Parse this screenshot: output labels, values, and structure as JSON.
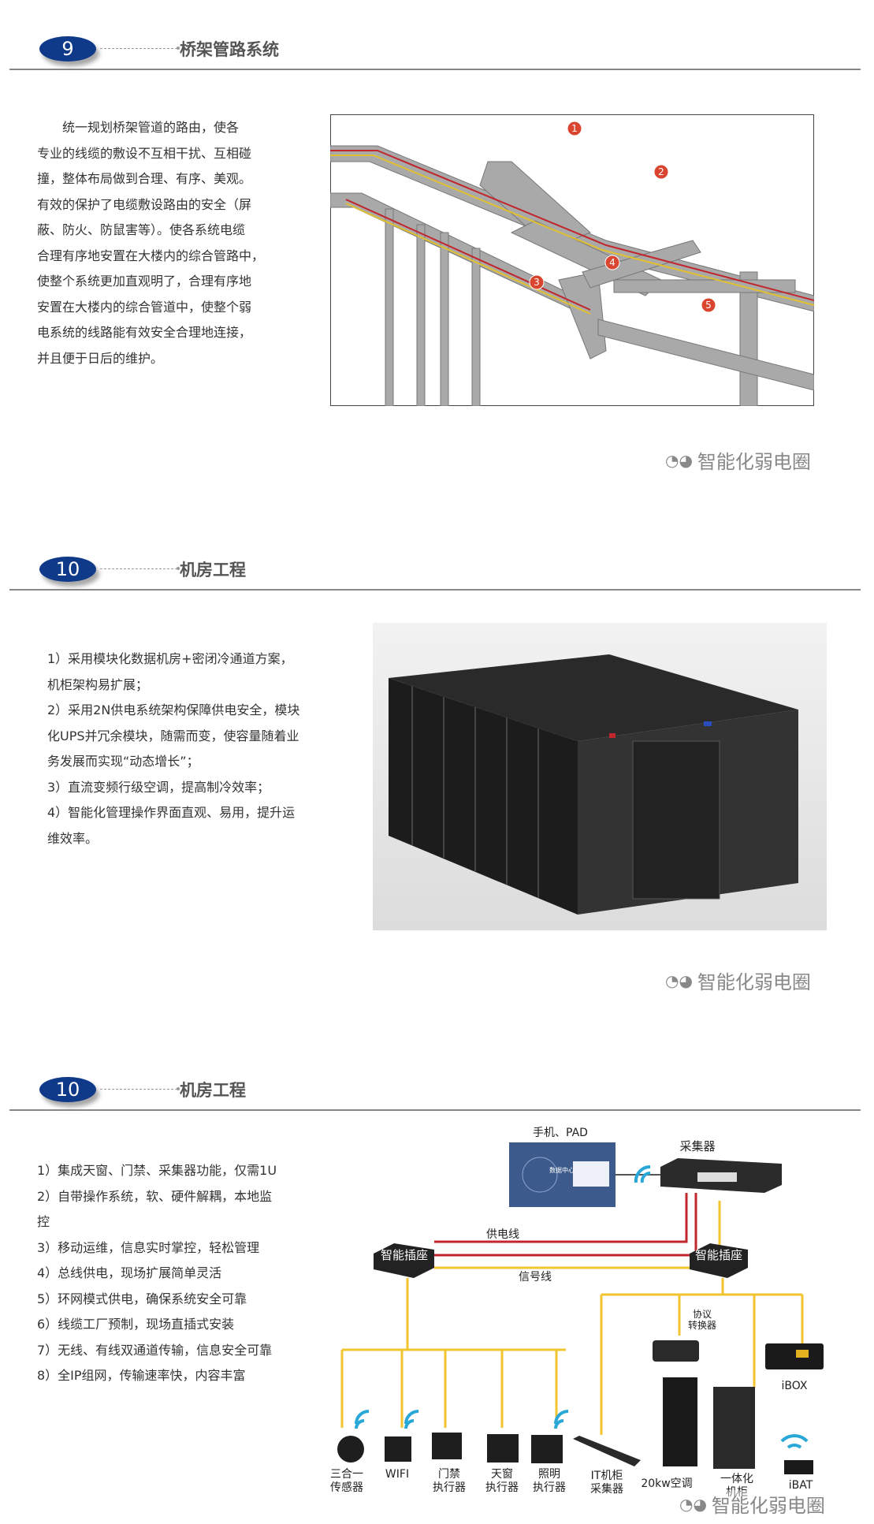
{
  "sections": [
    {
      "number": "9",
      "title": "桥架管路系统",
      "paragraphs": [
        "统一规划桥架管道的路由，使各",
        "专业的线缆的敷设不互相干扰、互相碰",
        "撞，整体布局做到合理、有序、美观。",
        "有效的保护了电缆敷设路由的安全（屏",
        "蔽、防火、防鼠害等）。使各系统电缆",
        "合理有序地安置在大楼内的综合管路中，",
        "使整个系统更加直观明了，合理有序地",
        "安置在大楼内的综合管道中，使整个弱",
        "电系统的线路能有效安全合理地连接，",
        "并且便于日后的维护。"
      ],
      "callouts": [
        "1",
        "2",
        "3",
        "4",
        "5"
      ]
    },
    {
      "number": "10",
      "title": "机房工程",
      "paragraphs": [
        "1）采用模块化数据机房+密闭冷通道方案，",
        "机柜架构易扩展；",
        "2）采用2N供电系统架构保障供电安全，模块",
        "化UPS并冗余模块，随需而变，使容量随着业",
        "务发展而实现“动态增长”；",
        "3）直流变频行级空调，提高制冷效率；",
        "4）智能化管理操作界面直观、易用，提升运",
        "维效率。"
      ]
    },
    {
      "number": "10",
      "title": "机房工程",
      "paragraphs": [
        "1）集成天窗、门禁、采集器功能，仅需1U",
        "2）自带操作系统，软、硬件解耦，本地监",
        "控",
        "3）移动运维，信息实时掌控，轻松管理",
        "4）总线供电，现场扩展简单灵活",
        "5）环网模式供电，确保系统安全可靠",
        "6）线缆工厂预制，现场直插式安装",
        "7）无线、有线双通道传输，信息安全可靠",
        "8）全IP组网，传输速率快，内容丰富"
      ],
      "diagram": {
        "phone_pad": "手机、PAD",
        "screen_title": "数据中心",
        "collector": "采集器",
        "power_line": "供电线",
        "signal_line": "信号线",
        "smart_socket": "智能插座",
        "protocol_converter": [
          "协议",
          "转换器"
        ],
        "devices": [
          [
            "三合一",
            "传感器"
          ],
          [
            "WIFI"
          ],
          [
            "门禁",
            "执行器"
          ],
          [
            "天窗",
            "执行器"
          ],
          [
            "照明",
            "执行器"
          ],
          [
            "IT机柜",
            "采集器"
          ],
          [
            "20kw空调"
          ],
          [
            "一体化",
            "机柜"
          ]
        ],
        "ibox": "iBOX",
        "ibat": "iBAT",
        "colors": {
          "power": "#c0262c",
          "signal": "#f2c530",
          "wifi": "#29a8d8"
        }
      }
    }
  ],
  "watermark": "智能化弱电圈",
  "icons": {
    "watermark": "wechat-icon",
    "wireless": "wifi-icon"
  },
  "colors": {
    "badge": "#0f3a8a",
    "callout": "#d9452e"
  }
}
